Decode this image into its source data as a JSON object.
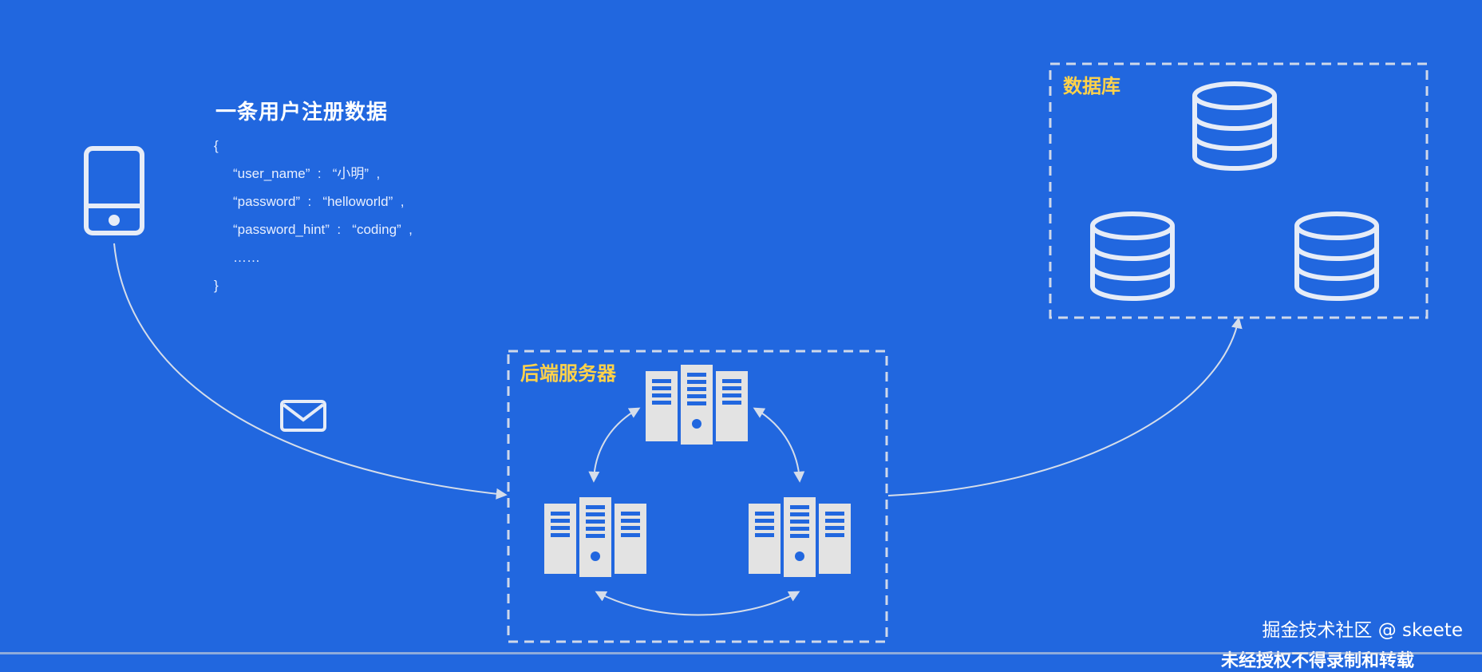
{
  "register_title": "一条用户注册数据",
  "payload": {
    "open_brace": "{",
    "lines": [
      "“user_name”  :   “小明”  ,",
      "“password”  :   “helloworld”  ,",
      "“password_hint”  :   “coding”  ,",
      "……"
    ],
    "close_brace": "}"
  },
  "database_label": "数据库",
  "backend_label": "后端服务器",
  "watermark": "掘金技术社区 @ skeete",
  "cutoff_text": "未经授权不得录制和转载",
  "icons": {
    "client": "mobile-phone-icon",
    "message": "envelope-icon",
    "server": "server-rack-icon",
    "database": "database-cylinder-icon"
  },
  "colors": {
    "background": "#2167df",
    "label_accent": "#ffd24a",
    "icon_stroke": "#e6ecf7",
    "server_fill": "#e3e3e3"
  }
}
